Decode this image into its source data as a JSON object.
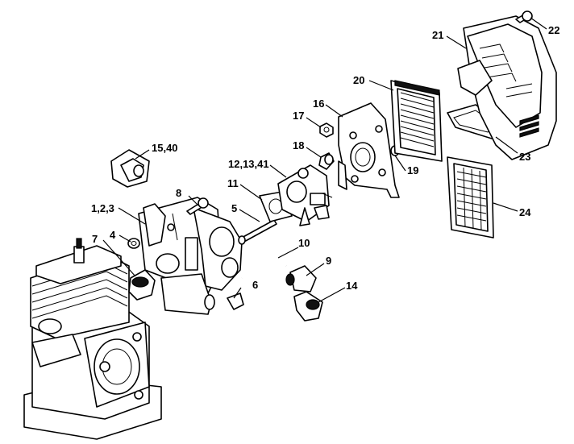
{
  "callouts": {
    "c1": "1,2,3",
    "c4": "4",
    "c5": "5",
    "c6": "6",
    "c7": "7",
    "c8": "8",
    "c9": "9",
    "c10": "10",
    "c11": "11",
    "c12": "12,13,41",
    "c14": "14",
    "c15": "15,40",
    "c16": "16",
    "c17": "17",
    "c18": "18",
    "c19": "19",
    "c20": "20",
    "c21": "21",
    "c22": "22",
    "c23": "23",
    "c24": "24"
  }
}
